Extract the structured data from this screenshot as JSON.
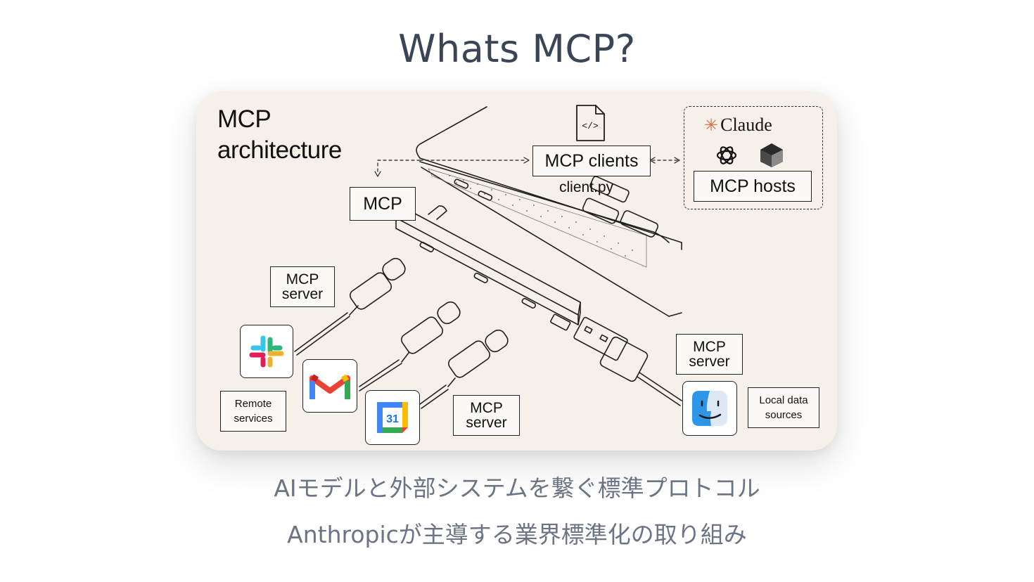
{
  "page": {
    "title": "Whats MCP?",
    "subtitle_1": "AIモデルと外部システムを繋ぐ標準プロトコル",
    "subtitle_2": "Anthropicが主導する業界標準化の取り組み"
  },
  "diagram": {
    "heading_line1": "MCP",
    "heading_line2": "architecture",
    "mcp_clients": "MCP clients",
    "client_file": "client.py",
    "code_icon_glyph": "</>",
    "claude": "Claude",
    "mcp_hosts": "MCP hosts",
    "mcp": "MCP",
    "mcp_server": "MCP server",
    "remote_services": "Remote services",
    "local_data_sources": "Local data sources",
    "calendar_day": "31"
  },
  "colors": {
    "card_bg": "#f5f0e9",
    "title": "#3a4555",
    "subtitle": "#6b7485",
    "claude_accent": "#d5743f"
  },
  "icons": [
    "code-file-icon",
    "claude-star-icon",
    "openai-icon",
    "cube-icon",
    "slack-icon",
    "gmail-icon",
    "google-calendar-icon",
    "finder-icon"
  ]
}
